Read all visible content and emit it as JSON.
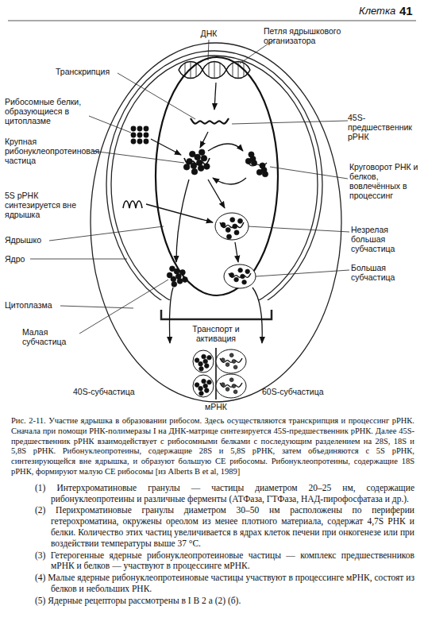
{
  "diagram": {
    "caption": "Рис. 2-11. Участие ядрышка в образовании рибосом. Здесь осуществляются транскрипция и процессинг рРНК. Сначала при помощи РНК-полимеразы I на ДНК-матрице синтезируется 45S-предшественник рРНК. Далее 45S-предшественник рРНК взаимодействует с рибосомными белками с последующим разделением на 28S, 18S и 5,8S рРНК. Рибонуклеопротеины, содержащие 28S и 5,8S рРНК, затем объединяются с 5S рРНК, синтезирующейся вне ядрышка, и образуют большую СЕ рибосомы. Рибонуклеопротеины, содержащие 18S рРНК, формируют малую СЕ рибосомы [из Alberts B et al, 1989]",
    "labels": [
      "Клетка",
      "41",
      "ДНК",
      "Петля ядрышкового организатора",
      "Транскрипция",
      "Рибосомные белки, образующиеся в цитоплазме",
      "45S-предшественник рРНК",
      "Крупная рибонуклеопротеиновая частица",
      "Круговорот РНК и белков, вовлечённых в процессинг",
      "5S рРНК синтезируется вне ядрышка",
      "Ядрышко",
      "Незрелая большая субчастица",
      "Ядро",
      "Большая субчастица",
      "Цитоплазма",
      "Малая субчастица",
      "Транспорт и активация",
      "40S-субчастица",
      "60S-субчастица",
      "мРНК",
      "(1) Интерхроматиновые гранулы — частицы диаметром 20–25 нм, содержащие рибонуклеопротеины и различные ферменты (АТФаза, ГТФаза, НАД-пирофосфатаза и др.).",
      "(2) Перихроматиновые гранулы диаметром 30–50 нм расположены по периферии гетерохроматина, окружены ореолом из менее плотного материала, содержат 4,7S РНК и белки. Количество этих частиц увеличивается в ядрах клеток печени при онкогенезе или при воздействии температуры выше 37 °С.",
      "(3) Гетерогенные ядерные рибонуклеопротеиновые частицы — комплекс предшественников мРНК и белков — участвуют в процессинге мРНК.",
      "(4) Малые ядерные рибонуклеопротеиновые частицы участвуют в процессинге мРНК, состоят из белков и небольших РНК.",
      "(5) Ядерные рецепторы рассмотрены в I В 2 а (2) (б)."
    ]
  }
}
